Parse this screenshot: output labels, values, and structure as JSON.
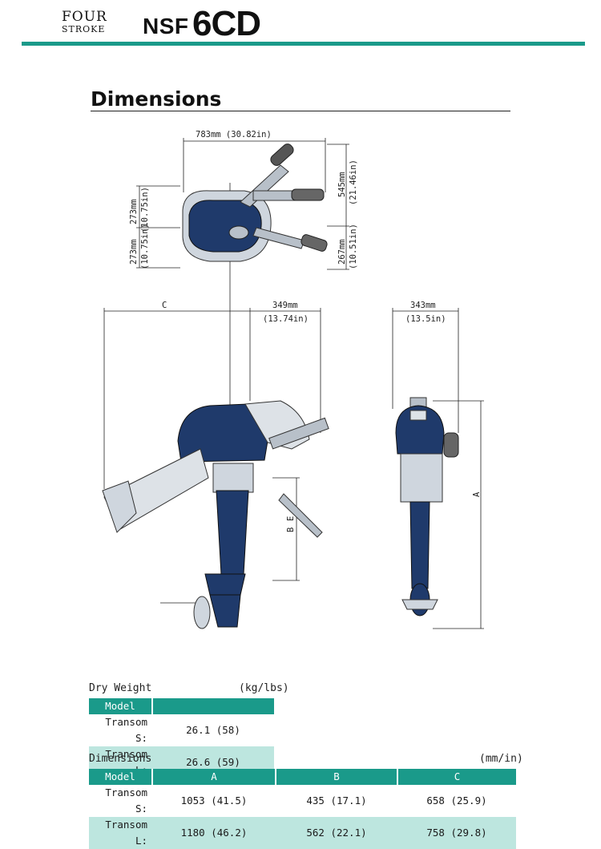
{
  "header": {
    "four": "FOUR",
    "stroke": "STROKE",
    "model_prefix": "NSF",
    "model_suffix": "6CD"
  },
  "section": {
    "title": "Dimensions"
  },
  "drawing": {
    "width_top": "783mm (30.82in)",
    "right_upper_mm": "545mm",
    "right_upper_in": "(21.46in)",
    "right_lower_mm": "267mm",
    "right_lower_in": "(10.51in)",
    "left_upper_mm": "273mm",
    "left_upper_in": "(10.75in)",
    "left_lower_mm": "273mm",
    "left_lower_in": "(10.75in)",
    "c_label": "C",
    "side_width_mm": "349mm",
    "side_width_in": "(13.74in)",
    "rear_width_mm": "343mm",
    "rear_width_in": "(13.5in)",
    "b_label": "B",
    "e_label": "E",
    "a_label": "A"
  },
  "colors": {
    "accent": "#1a9a8a",
    "tint": "#bde6df",
    "engine": "#1f3a6b"
  },
  "dry_weight": {
    "title": "Dry Weight",
    "unit": "(kg/lbs)",
    "header": "Model",
    "rows": [
      {
        "label": "Transom S:",
        "value": "26.1 (58)"
      },
      {
        "label": "Transom L:",
        "value": "26.6 (59)"
      }
    ]
  },
  "dimensions": {
    "title": "Dimensions",
    "unit": "(mm/in)",
    "headers": [
      "Model",
      "A",
      "B",
      "C"
    ],
    "rows": [
      {
        "label": "Transom S:",
        "a": "1053 (41.5)",
        "b": "435 (17.1)",
        "c": "658 (25.9)"
      },
      {
        "label": "Transom L:",
        "a": "1180 (46.2)",
        "b": "562 (22.1)",
        "c": "758 (29.8)"
      }
    ]
  }
}
